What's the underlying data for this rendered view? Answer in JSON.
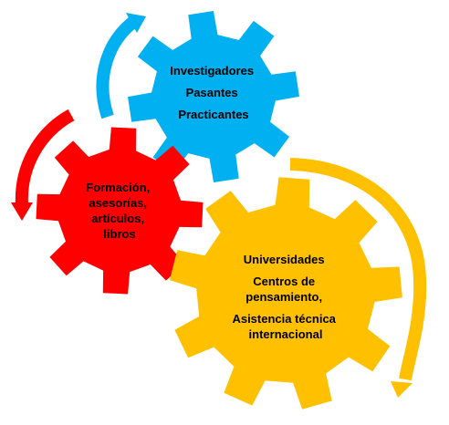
{
  "gears": [
    {
      "id": "blue",
      "color": "#00B0F0",
      "text_color": "#000000",
      "lines": [
        "Investigadores",
        "Pasantes",
        "Practicantes"
      ]
    },
    {
      "id": "red",
      "color": "#FF0000",
      "text_color": "#000000",
      "lines": [
        "Formación,",
        "asesorías,",
        "artículos,",
        "libros"
      ]
    },
    {
      "id": "yellow",
      "color": "#FFC000",
      "text_color": "#000000",
      "lines": [
        "Universidades",
        "Centros de",
        "pensamiento,",
        "Asistencia técnica",
        "internacional"
      ]
    }
  ],
  "arrows": [
    {
      "id": "blue-arrow",
      "color": "#00B0F0"
    },
    {
      "id": "red-arrow",
      "color": "#FF0000"
    },
    {
      "id": "yellow-arrow",
      "color": "#FFC000"
    }
  ]
}
